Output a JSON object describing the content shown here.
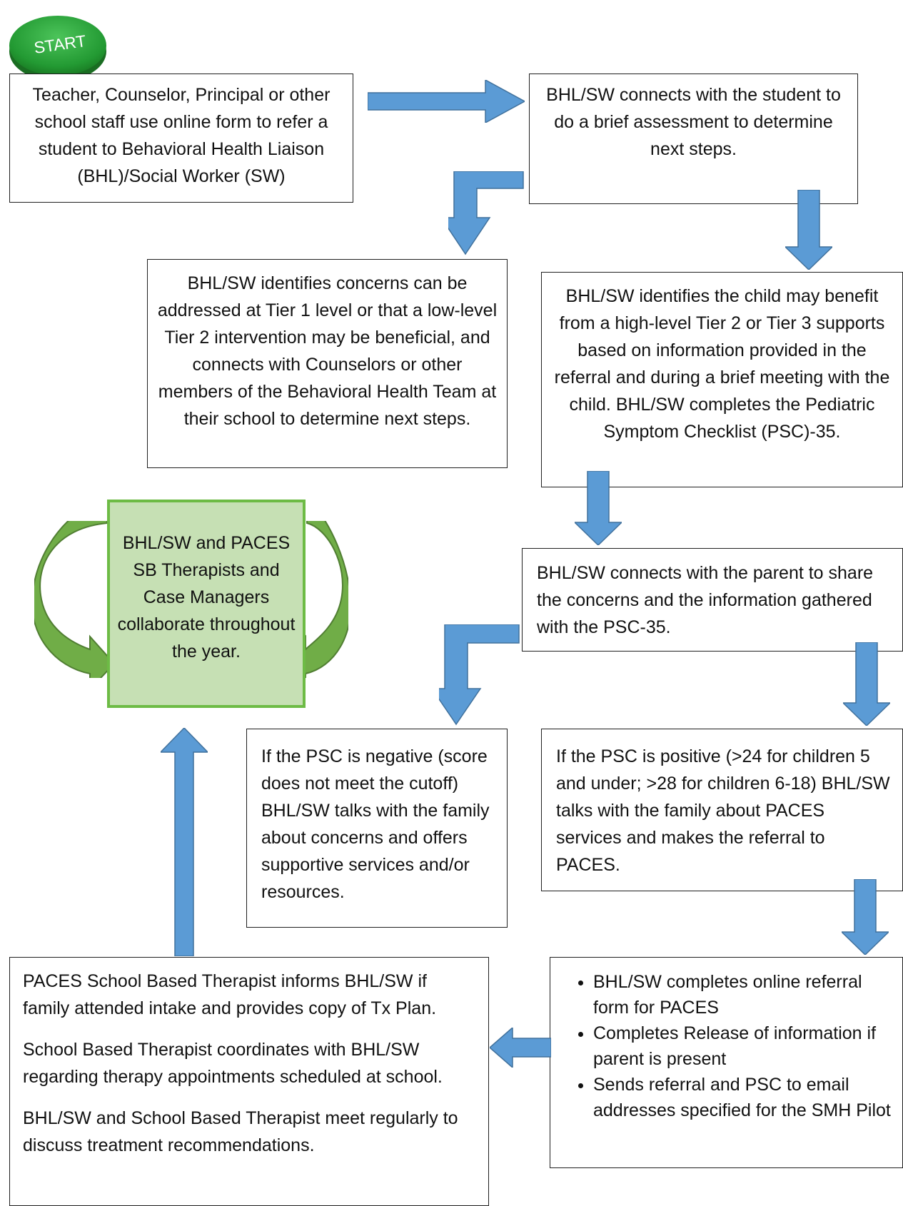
{
  "start_label": "START",
  "boxes": {
    "referral": "Teacher, Counselor, Principal or other school staff use online form to refer a student to Behavioral Health Liaison (BHL)/Social Worker (SW)",
    "connect_student": "BHL/SW connects with the student to do a brief assessment to determine next steps.",
    "tier1": "BHL/SW identifies concerns can be addressed at Tier 1 level or that a low-level Tier 2 intervention may be beneficial, and connects with Counselors or other members of the Behavioral Health Team at their school to determine next steps.",
    "tier23": "BHL/SW identifies the child may benefit from a high-level Tier 2 or Tier 3 supports based on information provided in the referral and during a brief meeting with the child.  BHL/SW completes the Pediatric Symptom Checklist (PSC)-35.",
    "collaborate": "BHL/SW and PACES SB Therapists and Case Managers collaborate throughout the year.",
    "connect_parent": "BHL/SW connects with the parent to share the concerns and the information gathered with the PSC-35.",
    "psc_negative": "If the PSC is negative (score does not meet the cutoff) BHL/SW talks with the family about concerns and offers supportive services and/or resources.",
    "psc_positive": "If the PSC is positive (>24 for children 5 and under; >28 for children 6-18) BHL/SW talks with the family about PACES services and makes the referral to PACES.",
    "referral_steps": [
      "BHL/SW completes online referral form for PACES",
      "Completes Release of information if parent is present",
      "Sends referral and PSC to email addresses specified for the SMH Pilot"
    ],
    "therapist_paragraphs": [
      "PACES School Based Therapist informs BHL/SW if family attended intake and provides copy of Tx Plan.",
      "School Based Therapist coordinates with BHL/SW regarding therapy appointments scheduled at school.",
      "BHL/SW and School Based Therapist meet regularly to discuss treatment recommendations."
    ]
  },
  "colors": {
    "arrow_fill": "#5b9bd5",
    "arrow_stroke": "#41719c",
    "collab_fill": "#c6e0b4",
    "collab_border": "#6dbb45",
    "curve_green": "#70ad47",
    "start_green": "#2e9e3a"
  }
}
